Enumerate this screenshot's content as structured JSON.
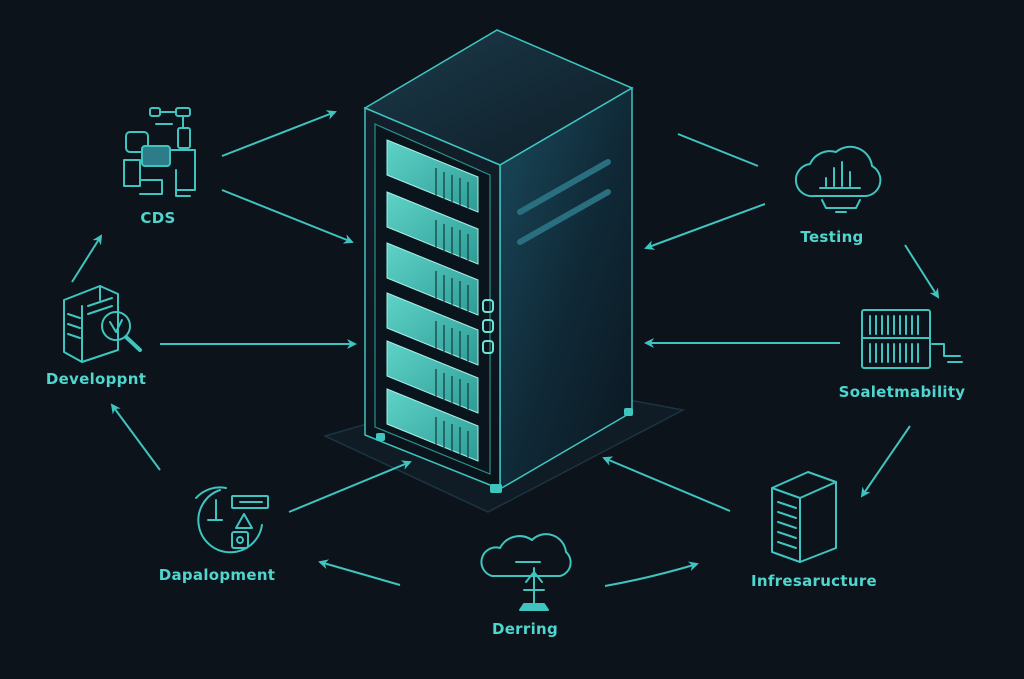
{
  "nodes": [
    {
      "id": "cds",
      "label": "CDS",
      "icon": "robot-arm-icon"
    },
    {
      "id": "development",
      "label": "Developpnt",
      "icon": "server-magnifier-icon"
    },
    {
      "id": "deployment",
      "label": "Dapalopment",
      "icon": "clock-document-icon"
    },
    {
      "id": "deploying",
      "label": "Derring",
      "icon": "cloud-upload-icon"
    },
    {
      "id": "infrastructure",
      "label": "Infresaructure",
      "icon": "server-tower-icon"
    },
    {
      "id": "scalability",
      "label": "Soaletmability",
      "icon": "rack-unit-icon"
    },
    {
      "id": "testing",
      "label": "Testing",
      "icon": "cloud-chart-icon"
    }
  ],
  "colors": {
    "background": "#0c131b",
    "accent": "#3fc4c0",
    "label": "#4fd6cf",
    "server_front": "#4ac0b6",
    "server_dark": "#0d1a24",
    "server_side": "#123040"
  },
  "center": {
    "icon": "server-rack-icon"
  }
}
